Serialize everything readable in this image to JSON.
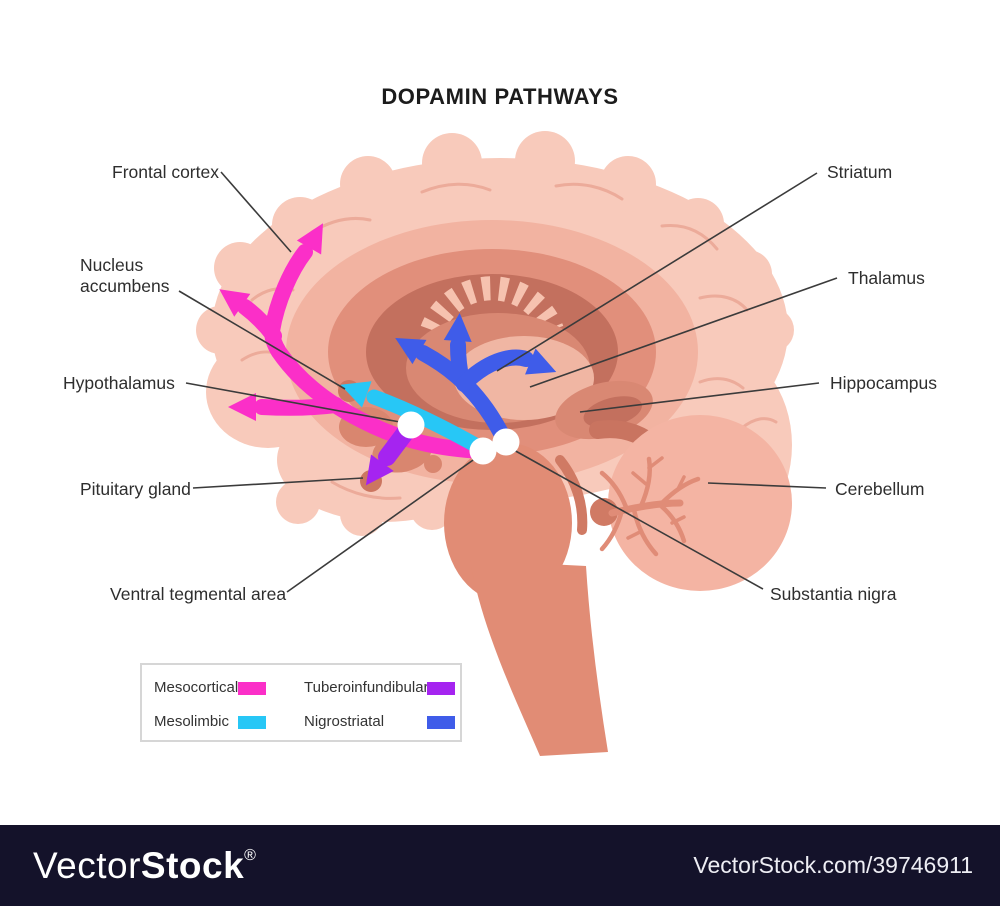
{
  "title": "DOPAMIN PATHWAYS",
  "labels": {
    "frontal_cortex": "Frontal cortex",
    "nucleus_accumbens": "Nucleus accumbens",
    "hypothalamus": "Hypothalamus",
    "pituitary_gland": "Pituitary gland",
    "ventral_tegmental_area": "Ventral tegmental area",
    "striatum": "Striatum",
    "thalamus": "Thalamus",
    "hippocampus": "Hippocampus",
    "cerebellum": "Cerebellum",
    "substantia_nigra": "Substantia nigra"
  },
  "legend": {
    "items": [
      {
        "label": "Mesocortical",
        "color": "#fb2fc8"
      },
      {
        "label": "Mesolimbic",
        "color": "#27c7f6"
      },
      {
        "label": "Tuberoinfundibular",
        "color": "#a524f0"
      },
      {
        "label": "Nigrostriatal",
        "color": "#3f5ce9"
      }
    ]
  },
  "watermark": {
    "brand_regular": "Vector",
    "brand_bold": "Stock",
    "registered": "®",
    "site_ref": "VectorStock.com/39746911"
  }
}
